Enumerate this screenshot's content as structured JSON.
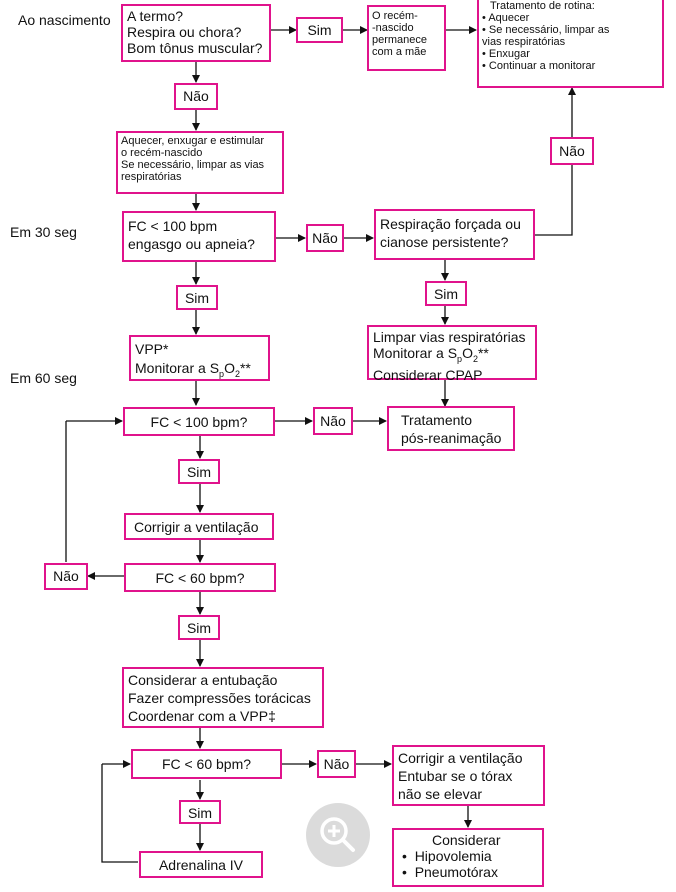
{
  "time_labels": {
    "birth": "Ao nascimento",
    "sec30": "Em 30 seg",
    "sec60": "Em 60 seg"
  },
  "nodes": {
    "q_initial": [
      "A termo?",
      "Respira ou chora?",
      "Bom tônus muscular?"
    ],
    "yes_1": "Sim",
    "stays_mother": [
      "O recém-",
      "-nascido",
      "permanece",
      "com a mãe"
    ],
    "routine": {
      "title": "Tratamento de rotina:",
      "items": [
        "Aquecer",
        "Se necessário, limpar as",
        "vias respiratórias",
        "Enxugar",
        "Continuar a monitorar"
      ]
    },
    "no_1": "Não",
    "warm_dry": [
      "Aquecer, enxugar e estimular",
      "o recém-nascido",
      "Se necessário, limpar as vias",
      "respiratórias"
    ],
    "no_right": "Não",
    "q_hr100_apnea": [
      "FC < 100 bpm",
      "engasgo ou apneia?"
    ],
    "no_2": "Não",
    "q_labored": [
      "Respiração forçada ou",
      "cianose persistente?"
    ],
    "yes_2": "Sim",
    "yes_3": "Sim",
    "vpp": {
      "line1": "VPP*",
      "line2_pre": "Monitorar a S",
      "sub1": "p",
      "mid": "O",
      "sub2": "2",
      "post": "**"
    },
    "clear_airways": {
      "line1": "Limpar vias respiratórias",
      "line2_pre": "Monitorar a S",
      "sub1": "p",
      "mid": "O",
      "sub2": "2",
      "post": "**",
      "line3": "Considerar CPAP"
    },
    "q_hr100": "FC < 100 bpm?",
    "no_3": "Não",
    "post_resus": [
      "Tratamento",
      "pós-reanimação"
    ],
    "yes_4": "Sim",
    "correct_vent": "Corrigir a ventilação",
    "no_4": "Não",
    "q_hr60": "FC < 60 bpm?",
    "yes_5": "Sim",
    "intubation": [
      "Considerar a entubação",
      "Fazer compressões torácicas",
      "Coordenar com a VPP‡"
    ],
    "q_hr60_b": "FC < 60 bpm?",
    "no_5": "Não",
    "correct_vent_2": [
      "Corrigir a ventilação",
      "Entubar se o tórax",
      "não se elevar"
    ],
    "yes_6": "Sim",
    "adrenaline": "Adrenalina IV",
    "consider": {
      "title": "Considerar",
      "items": [
        "Hipovolemia",
        "Pneumotórax"
      ]
    }
  },
  "colors": {
    "box_border": "#e0138c",
    "arrow": "#111111"
  },
  "zoom_icon": "zoom-in-icon"
}
